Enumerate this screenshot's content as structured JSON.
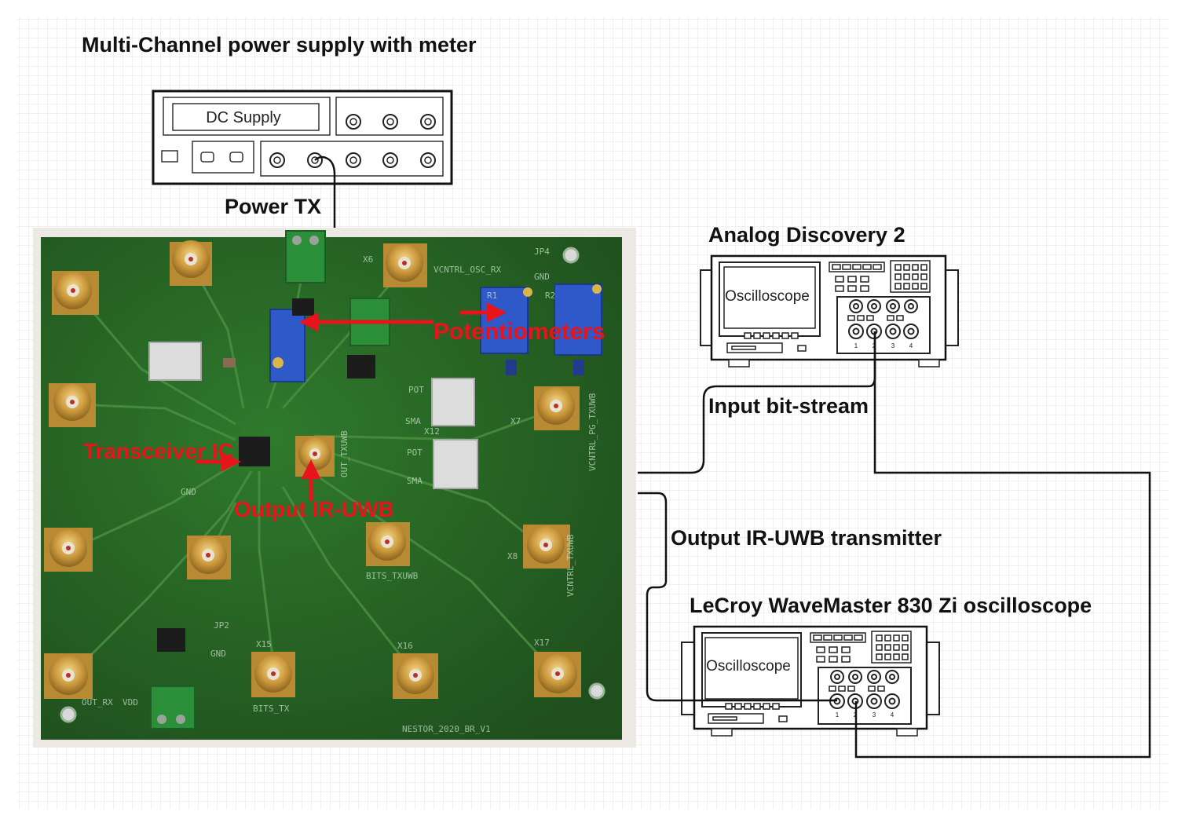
{
  "labels": {
    "psu_title": "Multi-Channel power supply with meter",
    "power_tx": "Power TX",
    "ad2_title": "Analog Discovery 2",
    "input_bitstream": "Input bit-stream",
    "output_tx": "Output IR-UWB transmitter",
    "lecroy_title": "LeCroy WaveMaster 830 Zi oscilloscope"
  },
  "psu": {
    "display": "DC Supply"
  },
  "ad2": {
    "screen": "Oscilloscope",
    "channels": [
      "1",
      "2",
      "3",
      "4"
    ]
  },
  "lecroy": {
    "screen": "Oscilloscope",
    "channels": [
      "1",
      "2",
      "3",
      "4"
    ]
  },
  "pcb": {
    "annotations": {
      "potentiometers": "Potentiometers",
      "transceiver": "Transceiver IC",
      "output": "Output IR-UWB"
    },
    "silkscreen": {
      "board_name": "NESTOR_2020_BR_V1",
      "vcntrl_osc_rx": "VCNTRL_OSC_RX",
      "jp4": "JP4",
      "gnd": "GND",
      "x6": "X6",
      "r1": "R1",
      "r2": "R2",
      "out_txuwb": "OUT_TXUWB",
      "bits_txuwb": "BITS_TXUWB",
      "vcntrl_pg_txuwb": "VCNTRL_PG_TXUWB",
      "vcntrl_txuwb": "VCNTRL_TXUWB",
      "out_rx": "OUT_RX",
      "bits_tx": "BITS_TX",
      "x15": "X15",
      "x16": "X16",
      "x17": "X17",
      "x8": "X8",
      "x7": "X7",
      "x12": "X12",
      "pot": "POT",
      "sma": "SMA",
      "jp2": "JP2",
      "vdd": "VDD"
    }
  },
  "colors": {
    "pcb_green": "#2f6b2a",
    "annotation_red": "#e8141b",
    "wire": "#111111",
    "grid": "#e3e3e3"
  }
}
